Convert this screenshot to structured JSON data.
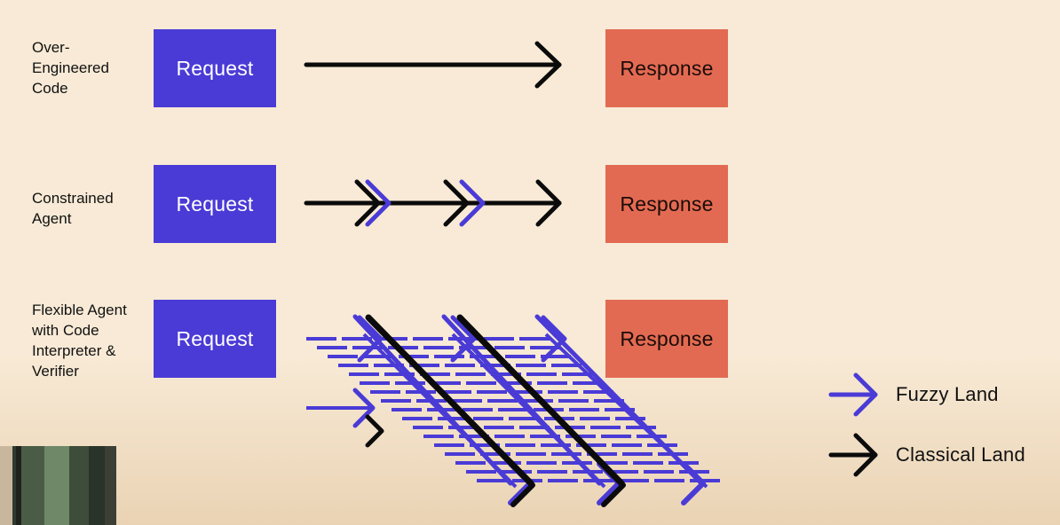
{
  "rows": [
    {
      "label": "Over-\nEngineered\nCode",
      "request": "Request",
      "response": "Response"
    },
    {
      "label": "Constrained\nAgent",
      "request": "Request",
      "response": "Response"
    },
    {
      "label": "Flexible Agent\nwith Code\nInterpreter &\nVerifier",
      "request": "Request",
      "response": "Response"
    }
  ],
  "legend": {
    "fuzzy": "Fuzzy Land",
    "classical": "Classical Land"
  },
  "colors": {
    "fuzzy": "#4a3bd6",
    "classical": "#0b0b0b",
    "request": "#4a3bd6",
    "response": "#e36a52",
    "background": "#f8ead6"
  }
}
